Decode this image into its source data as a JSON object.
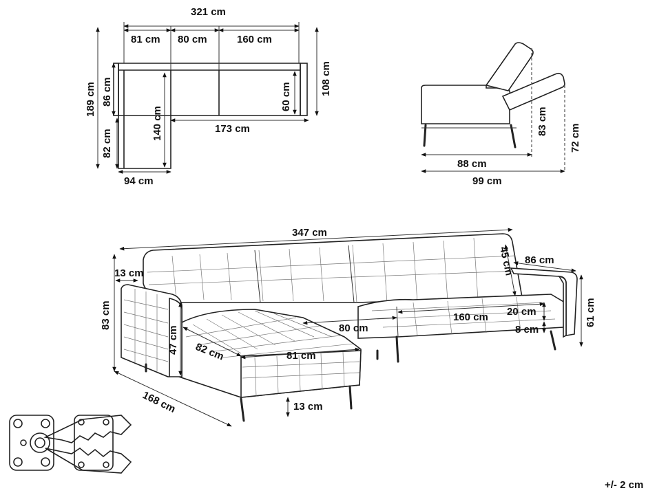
{
  "top_view": {
    "total_width": "321 cm",
    "seg_chaise": "81 cm",
    "seg_middle": "80 cm",
    "seg_right": "160 cm",
    "total_depth": "189 cm",
    "chaise_back_depth": "86 cm",
    "chaise_front_depth": "82 cm",
    "chaise_seat_depth": "140 cm",
    "right_depth": "108 cm",
    "right_seat_depth": "60 cm",
    "seat_length": "173 cm",
    "chaise_width": "94 cm"
  },
  "side_view": {
    "seat_depth": "88 cm",
    "total_depth": "99 cm",
    "reclined_height": "83 cm",
    "height_72": "72 cm"
  },
  "perspective_view": {
    "total_length": "347 cm",
    "arm_width": "13 cm",
    "total_height": "83 cm",
    "arm_height": "47 cm",
    "chaise_depth": "82 cm",
    "chaise_width": "81 cm",
    "middle_seat": "80 cm",
    "right_seat": "160 cm",
    "backrest": "45 cm",
    "arm_depth": "86 cm",
    "arm_total_height": "61 cm",
    "cushion": "20 cm",
    "base": "8 cm",
    "leg_height": "13 cm",
    "overall_depth": "168 cm"
  },
  "tolerance": "+/- 2 cm"
}
